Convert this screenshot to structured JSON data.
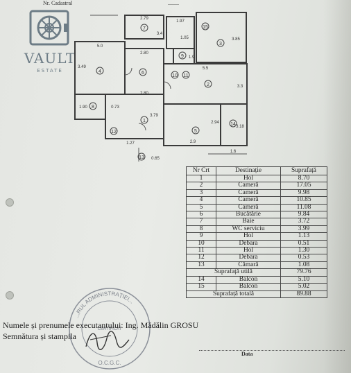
{
  "header": {
    "cadastral_label": "Nr. Cadastral",
    "cadastral_label_2": "........"
  },
  "logo": {
    "name": "VAULT",
    "tagline": "ESTATE"
  },
  "plan": {
    "dimensions": [
      "2.79",
      "1.97",
      "1.05",
      "5.0",
      "2.80",
      "3.49",
      "3.85",
      "5.5",
      "2.80",
      "3.3",
      "1.90",
      "0.73",
      "3.79",
      "2.94",
      "1.27",
      "2.9",
      "1.6",
      "3.18",
      "0.65",
      "3.4",
      "1.9"
    ],
    "rooms": [
      "1",
      "2",
      "3",
      "4",
      "5",
      "6",
      "7",
      "8",
      "9",
      "10",
      "11",
      "12",
      "13",
      "14",
      "15"
    ]
  },
  "table": {
    "headers": [
      "Nr Crt",
      "Destinație",
      "Suprafață"
    ],
    "rows": [
      [
        "1",
        "Hol",
        "8.70"
      ],
      [
        "2",
        "Cameră",
        "17.05"
      ],
      [
        "3",
        "Cameră",
        "9.98"
      ],
      [
        "4",
        "Cameră",
        "10.85"
      ],
      [
        "5",
        "Cameră",
        "11.08"
      ],
      [
        "6",
        "Bucătărie",
        "9.84"
      ],
      [
        "7",
        "Baie",
        "3.72"
      ],
      [
        "8",
        "WC serviciu",
        "3.99"
      ],
      [
        "9",
        "Hol",
        "1.13"
      ],
      [
        "10",
        "Debara",
        "0.51"
      ],
      [
        "11",
        "Hol",
        "1.30"
      ],
      [
        "12",
        "Debara",
        "0.53"
      ],
      [
        "13",
        "Cămară",
        "1.08"
      ]
    ],
    "util_label": "Suprafață utilă",
    "util_value": "79.76",
    "balcony_rows": [
      [
        "14",
        "Balcon",
        "5.10"
      ],
      [
        "15",
        "Balcon",
        "5.02"
      ]
    ],
    "total_label": "Suprafață totală",
    "total_value": "89.88"
  },
  "footer": {
    "executant": "Numele și prenumele executantului: Ing. Mădălin GROSU",
    "signature_label": "Semnătura și stampila",
    "date_label": "Data"
  },
  "stamp": {
    "text": "...RUL ADMINISTRAȚIEI...",
    "center": "CERTIFICAT",
    "bottom": "O.C.G.C."
  }
}
